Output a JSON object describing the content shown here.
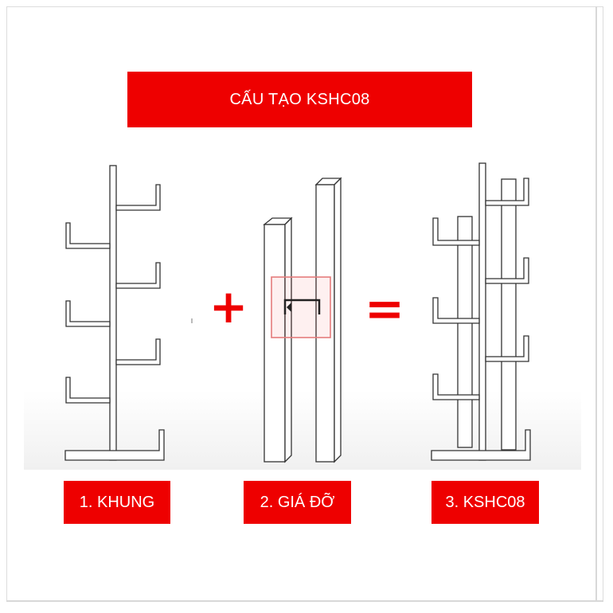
{
  "title": "CẤU TẠO KSHC08",
  "steps": [
    {
      "label": "1. KHUNG"
    },
    {
      "label": "2. GIÁ ĐỠ"
    },
    {
      "label": "3. KSHC08"
    }
  ],
  "operators": {
    "plus": "+",
    "equals": "="
  },
  "colors": {
    "accent": "#ee0000",
    "outline": "#333333",
    "background": "#ffffff"
  }
}
